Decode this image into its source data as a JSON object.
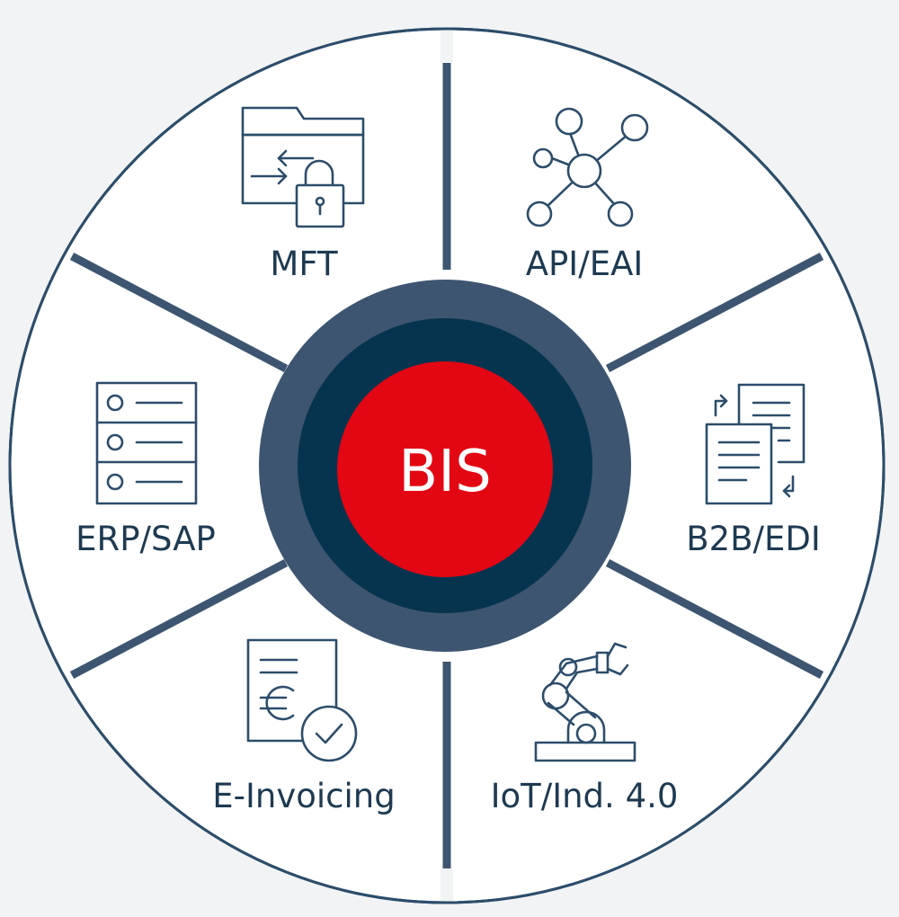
{
  "center": {
    "label": "BIS"
  },
  "segments": [
    {
      "label": "MFT",
      "icon": "folder-lock-transfer-icon"
    },
    {
      "label": "API/EAI",
      "icon": "network-nodes-icon"
    },
    {
      "label": "B2B/EDI",
      "icon": "document-exchange-icon"
    },
    {
      "label": "IoT/Ind. 4.0",
      "icon": "robot-arm-icon"
    },
    {
      "label": "E-Invoicing",
      "icon": "invoice-check-icon"
    },
    {
      "label": "ERP/SAP",
      "icon": "server-list-icon"
    }
  ],
  "colors": {
    "background": "#f2f3f4",
    "segment_fill": "#ffffff",
    "outline": "#2c4d6b",
    "divider": "#3d5570",
    "outer_ring": "#3d5570",
    "inner_ring": "#06344f",
    "core": "#e30613",
    "text": "#1e3a52"
  }
}
